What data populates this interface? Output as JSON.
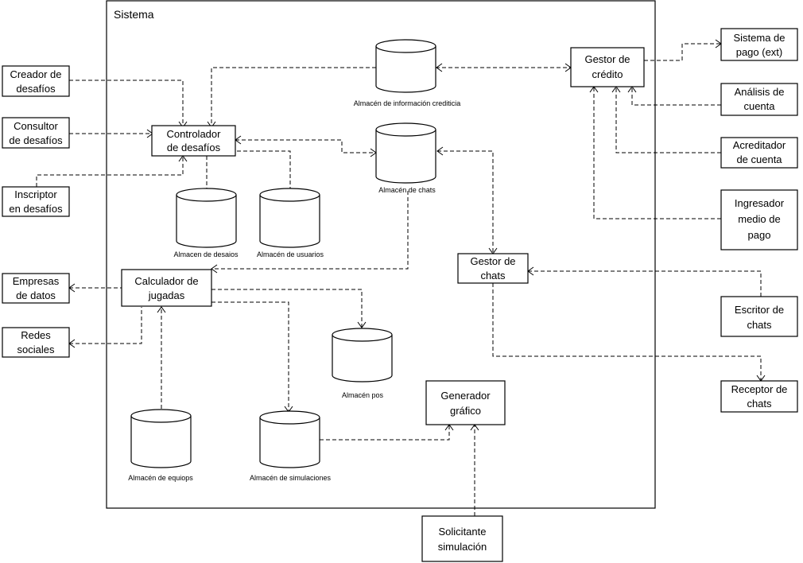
{
  "system": {
    "title": "Sistema"
  },
  "processes": {
    "controlador": [
      "Controlador",
      "de desafíos"
    ],
    "calculador": [
      "Calculador de",
      "jugadas"
    ],
    "gestor_credito": [
      "Gestor de",
      "crédito"
    ],
    "gestor_chats": [
      "Gestor de",
      "chats"
    ],
    "generador": [
      "Generador",
      "gráfico"
    ]
  },
  "stores": {
    "credito": "Almacén de información crediticia",
    "chats": "Almacén de chats",
    "desafios": "Almacen de desaios",
    "usuarios": "Almacén de usuarios",
    "pos": "Almacén pos",
    "equipos": "Almacén de equiops",
    "simulaciones": "Almacén de simulaciones"
  },
  "external_entities": {
    "creador": [
      "Creador de",
      "desafíos"
    ],
    "consultor": [
      "Consultor",
      "de desafíos"
    ],
    "inscriptor": [
      "Inscriptor",
      "en desafíos"
    ],
    "empresas": [
      "Empresas",
      "de datos"
    ],
    "redes": [
      "Redes",
      "sociales"
    ],
    "sistema_pago": [
      "Sistema de",
      "pago (ext)"
    ],
    "analisis": [
      "Análisis de",
      "cuenta"
    ],
    "acreditador": [
      "Acreditador",
      "de cuenta"
    ],
    "ingresador": [
      "Ingresador",
      "medio de",
      "pago"
    ],
    "escritor": [
      "Escritor de",
      "chats"
    ],
    "receptor": [
      "Receptor de",
      "chats"
    ],
    "solicitante": [
      "Solicitante",
      "simulación"
    ]
  }
}
